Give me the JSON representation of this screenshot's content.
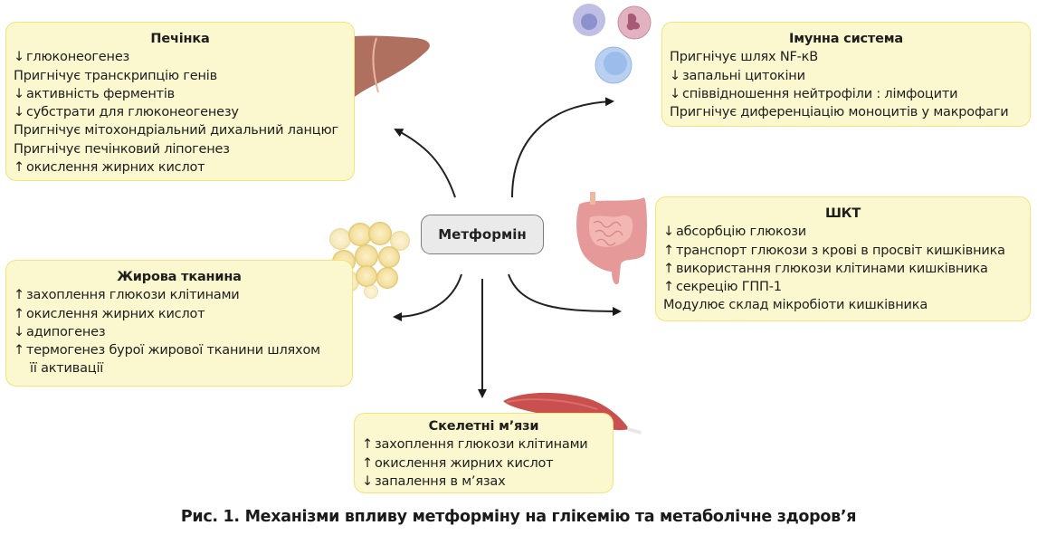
{
  "center": {
    "label": "Метформін"
  },
  "boxes": {
    "liver": {
      "title": "Печінка",
      "lines": [
        {
          "arrow": "↓",
          "text": "глюконеогенез"
        },
        {
          "arrow": "",
          "text": "Пригнічує транскрипцію генів"
        },
        {
          "arrow": "↓",
          "text": "активність ферментів"
        },
        {
          "arrow": "↓",
          "text": "субстрати для глюконеогенезу"
        },
        {
          "arrow": "",
          "text": "Пригнічує мітохондріальний дихальний ланцюг"
        },
        {
          "arrow": "",
          "text": "Пригнічує печінковий ліпогенез"
        },
        {
          "arrow": "↑",
          "text": "окислення жирних кислот"
        }
      ]
    },
    "immune": {
      "title": "Імунна система",
      "lines": [
        {
          "arrow": "",
          "text": "Пригнічує шлях NF-кВ"
        },
        {
          "arrow": "↓",
          "text": "запальні цитокіни"
        },
        {
          "arrow": "↓",
          "text": "співвідношення нейтрофіли : лімфоцити"
        },
        {
          "arrow": "",
          "text": "Пригнічує диференціацію моноцитів у макрофаги"
        }
      ]
    },
    "gi": {
      "title": "ШКТ",
      "lines": [
        {
          "arrow": "↓",
          "text": "абсорбцію глюкози"
        },
        {
          "arrow": "↑",
          "text": "транспорт глюкози з крові в просвіт кишківника"
        },
        {
          "arrow": "↑",
          "text": "використання глюкози клітинами кишківника"
        },
        {
          "arrow": "↑",
          "text": "секрецію ГПП-1"
        },
        {
          "arrow": "",
          "text": "Модулює склад мікробіоти кишківника"
        }
      ]
    },
    "fat": {
      "title": "Жирова тканина",
      "lines": [
        {
          "arrow": "↑",
          "text": "захоплення глюкози клітинами"
        },
        {
          "arrow": "↑",
          "text": "окислення жирних кислот"
        },
        {
          "arrow": "↓",
          "text": "адипогенез"
        },
        {
          "arrow": "↑",
          "text": "термогенез бурої жирової тканини шляхом"
        },
        {
          "arrow": "",
          "text": "її активації",
          "indent": true
        }
      ]
    },
    "muscle": {
      "title": "Скелетні м’язи",
      "lines": [
        {
          "arrow": "↑",
          "text": "захоплення глюкози клітинами"
        },
        {
          "arrow": "↑",
          "text": "окислення жирних кислот"
        },
        {
          "arrow": "↓",
          "text": "запалення в м’язах"
        }
      ]
    }
  },
  "icons": {
    "liver": "liver-illustration",
    "immune": "immune-cells-illustration",
    "gi": "intestine-illustration",
    "fat": "adipocytes-illustration",
    "muscle": "muscle-illustration"
  },
  "colors": {
    "box_fill": "#fbf8cf",
    "box_border": "#f2e37a",
    "center_fill": "#eaeaea",
    "liver": "#b0705f",
    "muscle": "#c9504e",
    "intestine": "#e59a99",
    "fat": "#f5e3a8"
  },
  "caption": "Рис. 1. Механізми впливу метформіну на глікемію та метаболічне здоров’я"
}
